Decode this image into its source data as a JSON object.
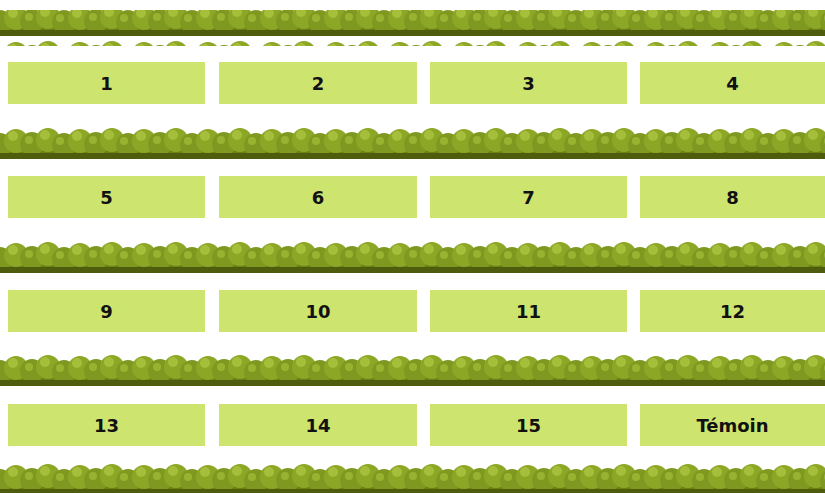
{
  "diagram": {
    "nodes": [
      {
        "text": [
          "1"
        ]
      },
      {
        "text": [
          "2"
        ]
      },
      {
        "text": [
          "3"
        ]
      },
      {
        "text": [
          "4"
        ]
      },
      {
        "text": [
          "5"
        ]
      },
      {
        "text": [
          "6"
        ]
      },
      {
        "text": [
          "7"
        ]
      },
      {
        "text": [
          "8"
        ]
      },
      {
        "text": [
          "9"
        ]
      },
      {
        "text": [
          "10"
        ]
      },
      {
        "text": [
          "11"
        ]
      },
      {
        "text": [
          "12"
        ]
      },
      {
        "text": [
          "13"
        ]
      },
      {
        "text": [
          "14"
        ]
      },
      {
        "text": [
          "15"
        ]
      },
      {
        "text": [
          "Témoin"
        ]
      }
    ]
  }
}
